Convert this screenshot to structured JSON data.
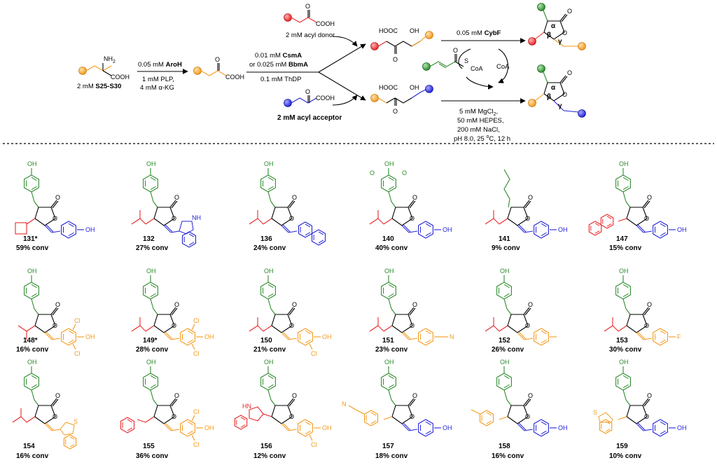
{
  "scheme": {
    "start_label": "2 mM ",
    "start_id": "S25-S30",
    "step1_top_pre": "0.05 mM ",
    "step1_top_bold": "AroH",
    "step1_bottom1": "1 mM PLP,",
    "step1_bottom2": "4 mM α-KG",
    "nh2": "NH",
    "nh2_sub": "2",
    "cooh": "COOH",
    "o": "O",
    "donor_label": "2 mM acyl donor",
    "acceptor_label": "2 mM acyl acceptor",
    "step2_l1_pre": "0.01 mM ",
    "step2_l1_bold": "CsmA",
    "step2_l2_pre": "or 0.025 mM ",
    "step2_l2_bold": "BbmA",
    "step2_l3": "0.1 mM ThDP",
    "hooc": "HOOC",
    "oh": "OH",
    "step3_top_pre": "0.05 mM ",
    "step3_top_bold": "CybF",
    "coa_s": "S",
    "coa": "CoA",
    "coa_free": "CoA",
    "cond1": "5 mM MgCl",
    "cond1_sub": "2",
    "cond1_end": ",",
    "cond2": "50 mM HEPES,",
    "cond3": "200 mM NaCl,",
    "cond4_pre": "pH 8.0, 25 ",
    "cond4_sup": "o",
    "cond4_post": "C, 12 h",
    "alpha": "α",
    "beta": "β",
    "gamma": "γ"
  },
  "compounds": [
    {
      "id": "131*",
      "conv": "59% conv"
    },
    {
      "id": "132",
      "conv": "27% conv"
    },
    {
      "id": "136",
      "conv": "24% conv"
    },
    {
      "id": "140",
      "conv": "40% conv"
    },
    {
      "id": "141",
      "conv": "9% conv"
    },
    {
      "id": "147",
      "conv": "15% conv"
    },
    {
      "id": "148*",
      "conv": "16% conv"
    },
    {
      "id": "149*",
      "conv": "28% conv"
    },
    {
      "id": "150",
      "conv": "21% conv"
    },
    {
      "id": "151",
      "conv": "23% conv"
    },
    {
      "id": "152",
      "conv": "26% conv"
    },
    {
      "id": "153",
      "conv": "30% conv"
    },
    {
      "id": "154",
      "conv": "16% conv"
    },
    {
      "id": "155",
      "conv": "36% conv"
    },
    {
      "id": "156",
      "conv": "12% conv"
    },
    {
      "id": "157",
      "conv": "18% conv"
    },
    {
      "id": "158",
      "conv": "16% conv"
    },
    {
      "id": "159",
      "conv": "10% conv"
    }
  ],
  "atoms": {
    "oh": "OH",
    "nh": "NH",
    "n": "N",
    "cl": "Cl",
    "f": "F",
    "s": "S",
    "o": "O",
    "hn": "HN",
    "ome": "O"
  },
  "colors": {
    "green": "#2e8b2e",
    "red": "#e8282b",
    "blue": "#2424d6",
    "orange": "#f39a1e",
    "black": "#000000"
  }
}
